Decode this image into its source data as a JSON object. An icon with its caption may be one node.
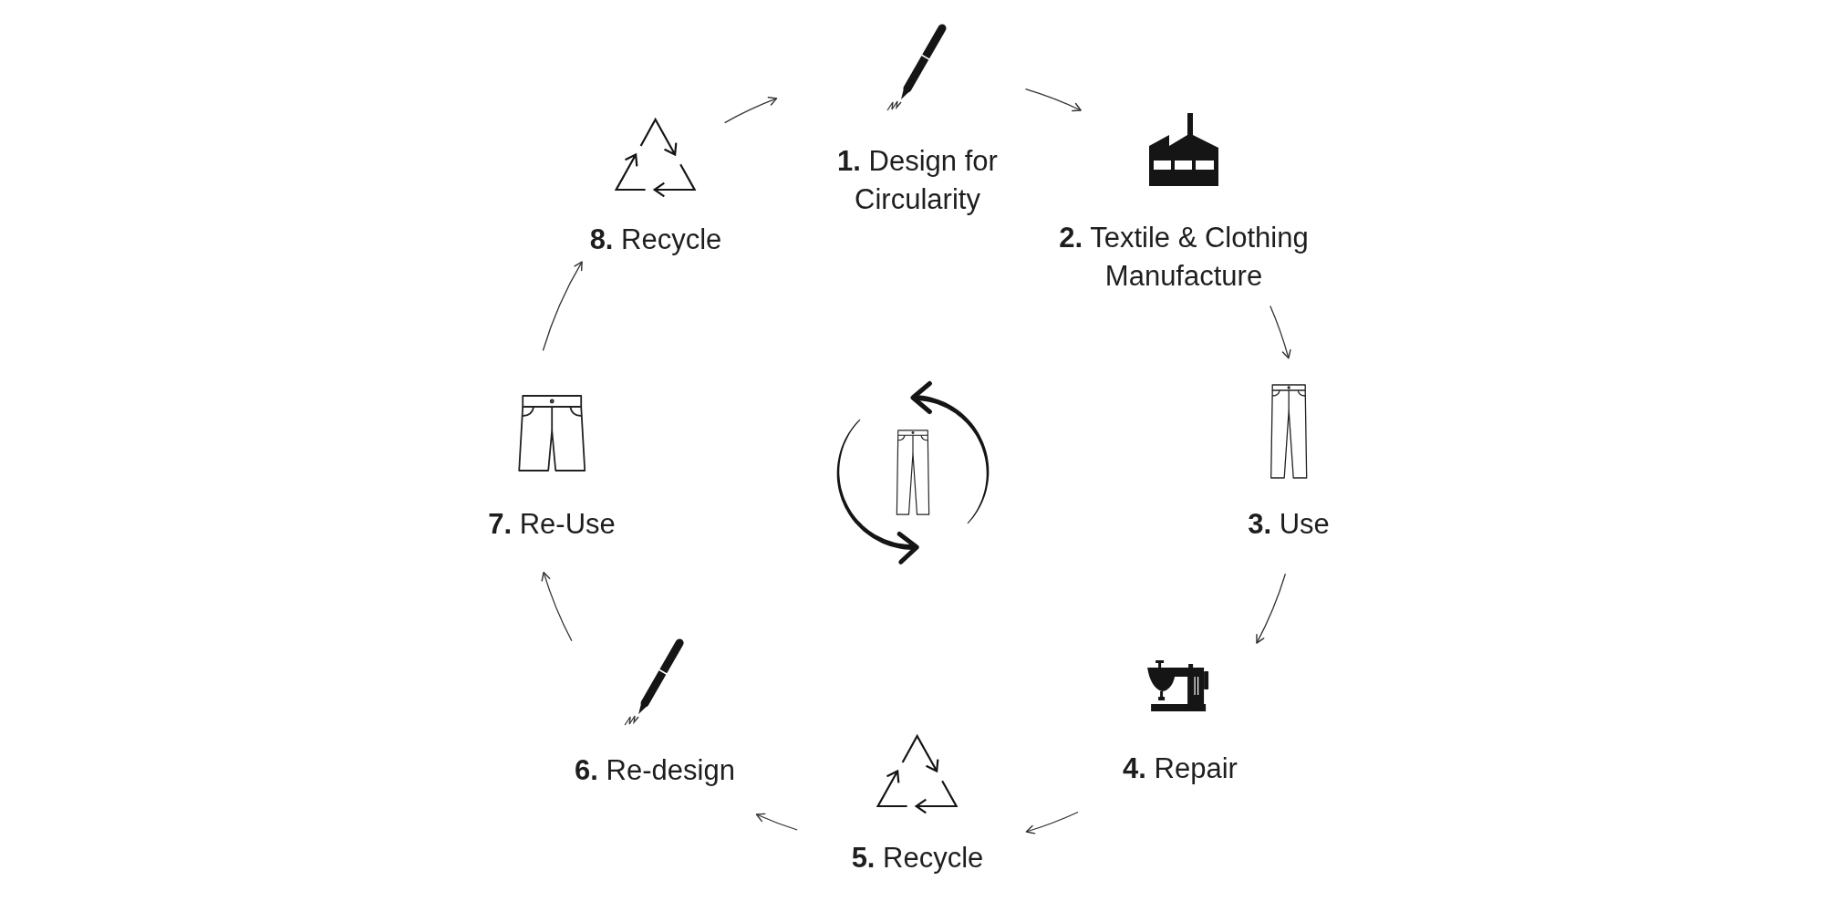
{
  "diagram": {
    "nodes": [
      {
        "text": [
          "**1.** Design for Circularity"
        ]
      },
      {
        "text": [
          "**2.** Textile & Clothing Manufacture"
        ]
      },
      {
        "text": [
          "**3.** Use"
        ]
      },
      {
        "text": [
          "**4.** Repair"
        ]
      },
      {
        "text": [
          "**5.** Recycle"
        ]
      },
      {
        "text": [
          "**6.** Re-design"
        ]
      },
      {
        "text": [
          "**7.** Re-Use"
        ]
      },
      {
        "text": [
          "**8.** Recycle"
        ]
      },
      {
        "text": [],
        "shape": "picture"
      }
    ],
    "edges": [
      {
        "from": 0,
        "to": 1,
        "arrow": "to"
      },
      {
        "from": 1,
        "to": 2,
        "arrow": "to"
      },
      {
        "from": 2,
        "to": 3,
        "arrow": "to"
      },
      {
        "from": 3,
        "to": 4,
        "arrow": "to"
      },
      {
        "from": 4,
        "to": 5,
        "arrow": "to"
      },
      {
        "from": 5,
        "to": 6,
        "arrow": "to"
      },
      {
        "from": 6,
        "to": 7,
        "arrow": "to"
      },
      {
        "from": 7,
        "to": 0,
        "arrow": "to"
      }
    ]
  }
}
